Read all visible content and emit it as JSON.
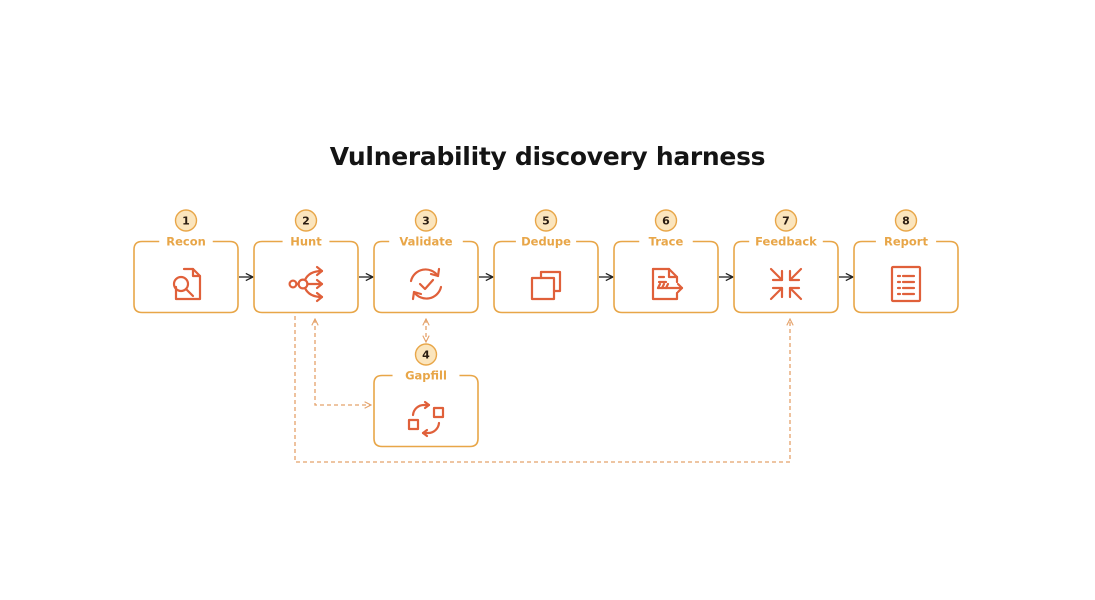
{
  "title": "Vulnerability discovery harness",
  "colors": {
    "accent": "#e8a648",
    "icon": "#e0603a",
    "badge_fill": "#fbe5bd",
    "arrow": "#222222",
    "dashed": "#e4a26a"
  },
  "steps": [
    {
      "number": "1",
      "label": "Recon",
      "icon": "document-magnifier-icon"
    },
    {
      "number": "2",
      "label": "Hunt",
      "icon": "branching-arrows-icon"
    },
    {
      "number": "3",
      "label": "Validate",
      "icon": "refresh-check-icon"
    },
    {
      "number": "5",
      "label": "Dedupe",
      "icon": "overlapping-squares-icon"
    },
    {
      "number": "6",
      "label": "Trace",
      "icon": "document-trace-icon"
    },
    {
      "number": "7",
      "label": "Feedback",
      "icon": "collapse-arrows-icon"
    },
    {
      "number": "8",
      "label": "Report",
      "icon": "report-list-icon"
    }
  ],
  "gapfill": {
    "number": "4",
    "label": "Gapfill",
    "icon": "cycle-squares-icon"
  }
}
